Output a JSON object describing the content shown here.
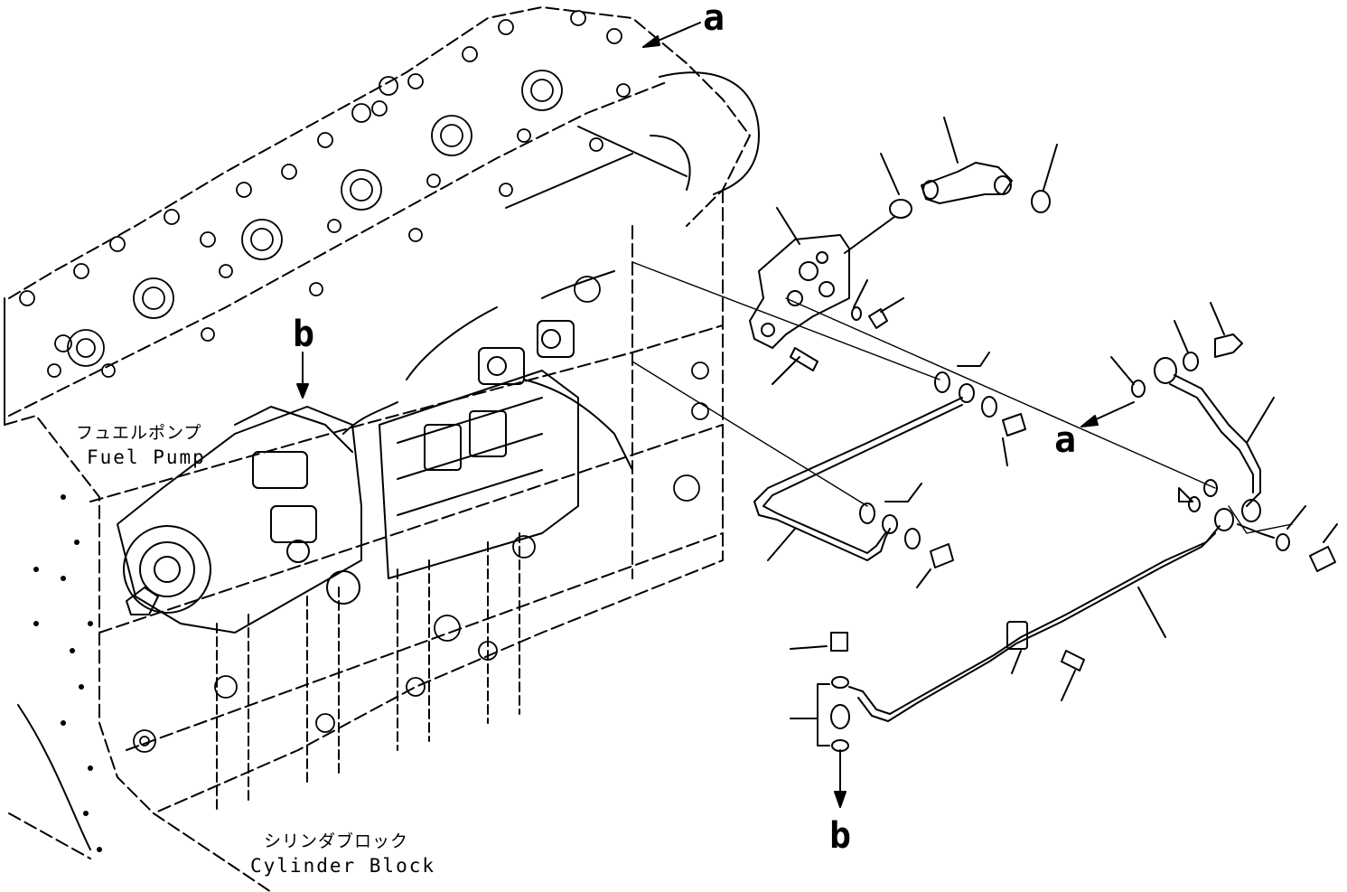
{
  "callouts": {
    "a_top": "a",
    "b_top": "b",
    "a_right": "a",
    "b_bottom": "b"
  },
  "components": {
    "fuel_pump": {
      "label_jp": "フュエルポンプ",
      "label_en": "Fuel Pump"
    },
    "cylinder_block": {
      "label_jp": "シリンダブロック",
      "label_en": "Cylinder Block"
    }
  },
  "colors": {
    "line": "#000000",
    "background": "#ffffff"
  }
}
